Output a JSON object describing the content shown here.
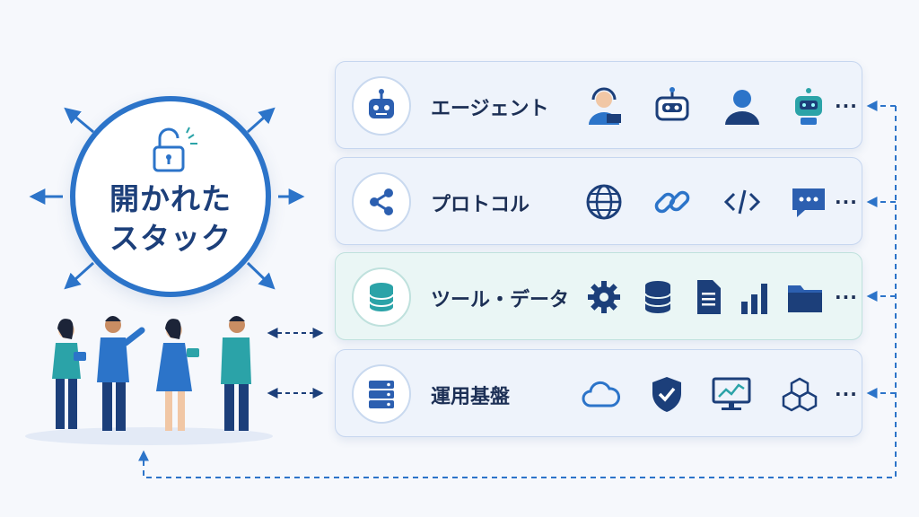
{
  "hub": {
    "title_line1": "開かれた",
    "title_line2": "スタック",
    "icon": "unlocked-padlock-icon"
  },
  "layers": [
    {
      "label": "エージェント",
      "badge_icon": "robot-icon",
      "icons": [
        "headset-agent-icon",
        "robot-icon",
        "user-icon",
        "teal-robot-icon"
      ],
      "more": "..."
    },
    {
      "label": "プロトコル",
      "badge_icon": "share-nodes-icon",
      "icons": [
        "globe-icon",
        "link-icon",
        "code-icon",
        "chat-bubble-icon"
      ],
      "more": "..."
    },
    {
      "label": "ツール・データ",
      "badge_icon": "database-icon",
      "icons": [
        "gear-icon",
        "database-icon",
        "document-icon",
        "bar-chart-icon",
        "folder-icon"
      ],
      "more": "..."
    },
    {
      "label": "運用基盤",
      "badge_icon": "server-icon",
      "icons": [
        "cloud-icon",
        "shield-check-icon",
        "monitor-chart-icon",
        "blocks-icon"
      ],
      "more": "..."
    }
  ],
  "people": [
    "person-woman-tablet",
    "person-man-pointing",
    "person-woman-phone",
    "person-man-thinking"
  ],
  "colors": {
    "primary_blue": "#2c74c9",
    "navy": "#1c3f7a",
    "teal": "#2ba3a8",
    "layer_bg": "#eef3fb",
    "tool_layer_bg": "#eaf6f5"
  }
}
